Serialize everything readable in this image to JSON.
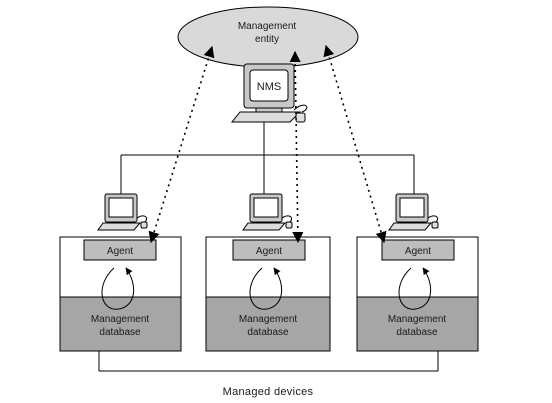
{
  "entity": {
    "line1": "Management",
    "line2": "entity"
  },
  "nms": {
    "label": "NMS"
  },
  "devices": [
    {
      "agent": "Agent",
      "db_line1": "Management",
      "db_line2": "database"
    },
    {
      "agent": "Agent",
      "db_line1": "Management",
      "db_line2": "database"
    },
    {
      "agent": "Agent",
      "db_line1": "Management",
      "db_line2": "database"
    }
  ],
  "caption": "Managed devices",
  "colors": {
    "ellipse_fill": "#d9d9d9",
    "agent_fill": "#bdbdbd",
    "database_fill": "#a6a6a6",
    "monitor_body": "#c8c8c8",
    "screen": "#ffffff",
    "line": "#000000"
  },
  "icons": [
    "computer-icon",
    "mouse-icon",
    "arrowhead-icon"
  ]
}
